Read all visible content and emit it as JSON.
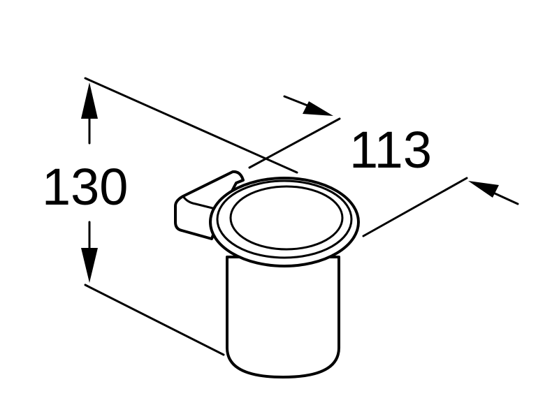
{
  "drawing": {
    "subject": "tumbler-holder",
    "line_color": "#000000",
    "background_color": "#ffffff"
  },
  "dimensions": {
    "height": {
      "value": "130"
    },
    "depth": {
      "value": "113"
    }
  }
}
